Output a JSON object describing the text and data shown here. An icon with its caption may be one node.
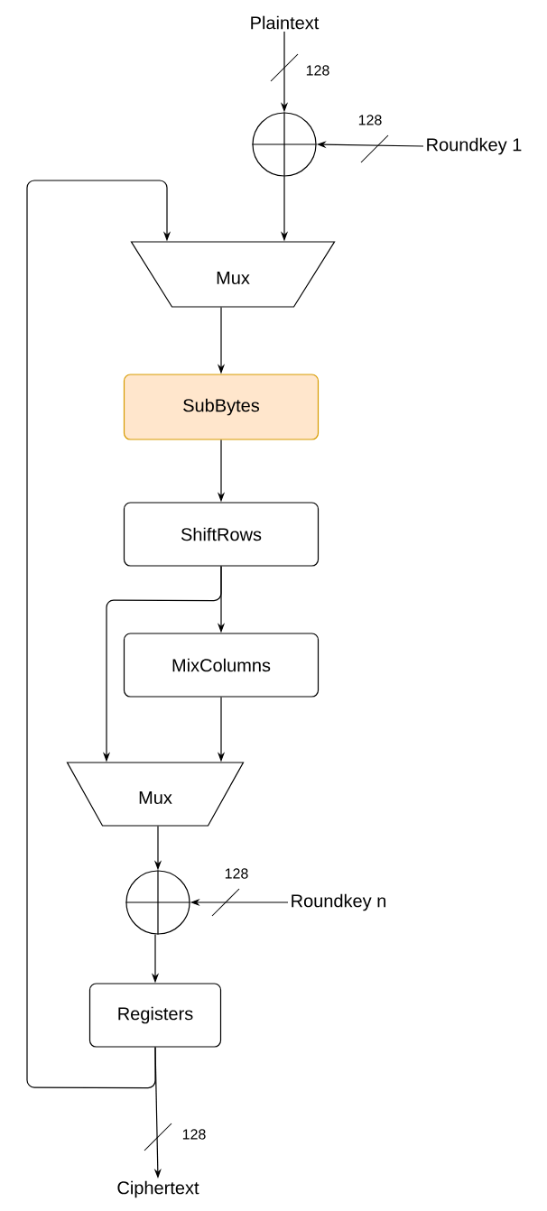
{
  "diagram": {
    "nodes": [
      {
        "text": [
          "Plaintext"
        ]
      },
      {
        "text": [],
        "shape": "circle"
      },
      {
        "text": [
          "Roundkey 1"
        ]
      },
      {
        "text": [
          "Mux"
        ]
      },
      {
        "text": [
          "SubBytes"
        ]
      },
      {
        "text": [
          "ShiftRows"
        ]
      },
      {
        "text": [
          "MixColumns"
        ]
      },
      {
        "text": [
          "Mux"
        ]
      },
      {
        "text": [],
        "shape": "circle"
      },
      {
        "text": [
          "Roundkey n"
        ]
      },
      {
        "text": [
          "Registers"
        ]
      },
      {
        "text": [
          "Ciphertext"
        ]
      }
    ],
    "edges": [
      {
        "from": 0,
        "to": 1,
        "arrow": "to",
        "label": "128"
      },
      {
        "from": 2,
        "to": 1,
        "arrow": "to",
        "label": "128"
      },
      {
        "from": 1,
        "to": 3,
        "arrow": "to"
      },
      {
        "from": 10,
        "to": 3,
        "arrow": "to"
      },
      {
        "from": 3,
        "to": 4,
        "arrow": "to"
      },
      {
        "from": 4,
        "to": 5,
        "arrow": "to"
      },
      {
        "from": 5,
        "to": 6,
        "arrow": "to"
      },
      {
        "from": 5,
        "to": 7,
        "arrow": "to"
      },
      {
        "from": 6,
        "to": 7,
        "arrow": "to"
      },
      {
        "from": 7,
        "to": 8,
        "arrow": "to"
      },
      {
        "from": 9,
        "to": 8,
        "arrow": "to",
        "label": "128"
      },
      {
        "from": 8,
        "to": 10,
        "arrow": "to"
      },
      {
        "from": 10,
        "to": 11,
        "arrow": "to",
        "label": "128"
      }
    ]
  }
}
